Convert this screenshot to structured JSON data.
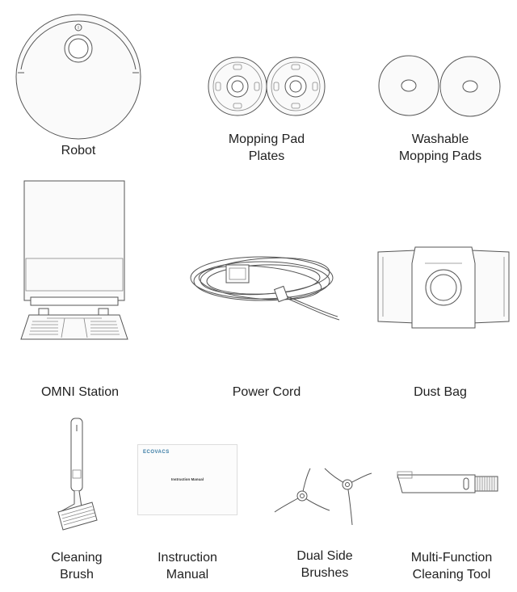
{
  "items": [
    {
      "id": "robot",
      "lines": [
        "Robot"
      ]
    },
    {
      "id": "mopping-pad-plates",
      "lines": [
        "Mopping Pad",
        "Plates"
      ]
    },
    {
      "id": "washable-mopping-pads",
      "lines": [
        "Washable",
        "Mopping Pads"
      ]
    },
    {
      "id": "omni-station",
      "lines": [
        "OMNI Station"
      ]
    },
    {
      "id": "power-cord",
      "lines": [
        "Power Cord"
      ]
    },
    {
      "id": "dust-bag",
      "lines": [
        "Dust Bag"
      ]
    },
    {
      "id": "cleaning-brush",
      "lines": [
        "Cleaning",
        "Brush"
      ]
    },
    {
      "id": "instruction-manual",
      "lines": [
        "Instruction",
        "Manual"
      ]
    },
    {
      "id": "dual-side-brushes",
      "lines": [
        "Dual Side",
        "Brushes"
      ]
    },
    {
      "id": "multi-function-cleaning-tool",
      "lines": [
        "Multi-Function",
        "Cleaning Tool"
      ]
    }
  ],
  "manual": {
    "brand": "ECOVACS",
    "title": "Instruction Manual"
  }
}
